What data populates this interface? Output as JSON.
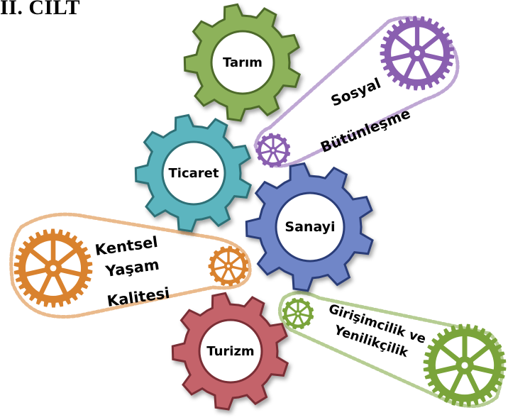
{
  "header": {
    "title": "II. CİLT"
  },
  "gears": [
    {
      "id": "tarim",
      "label": "Tarım",
      "color": "#8db25a",
      "stroke": "#4e6a2c"
    },
    {
      "id": "ticaret",
      "label": "Ticaret",
      "color": "#5bb5bf",
      "stroke": "#2d6f76"
    },
    {
      "id": "sanayi",
      "label": "Sanayi",
      "color": "#6f86c8",
      "stroke": "#2c3d78"
    },
    {
      "id": "turizm",
      "label": "Turizm",
      "color": "#c4636b",
      "stroke": "#7a2e35"
    }
  ],
  "belts": [
    {
      "id": "sosyal",
      "lines": [
        "Sosyal",
        "Bütünleşme"
      ],
      "color": "#8a5fb0"
    },
    {
      "id": "kentsel",
      "lines": [
        "Kentsel",
        "Yaşam",
        "Kalitesi"
      ],
      "color": "#d9822e"
    },
    {
      "id": "girisim",
      "lines": [
        "Girişimcilik ve",
        "Yenilikçilik"
      ],
      "color": "#7aa43a"
    }
  ]
}
